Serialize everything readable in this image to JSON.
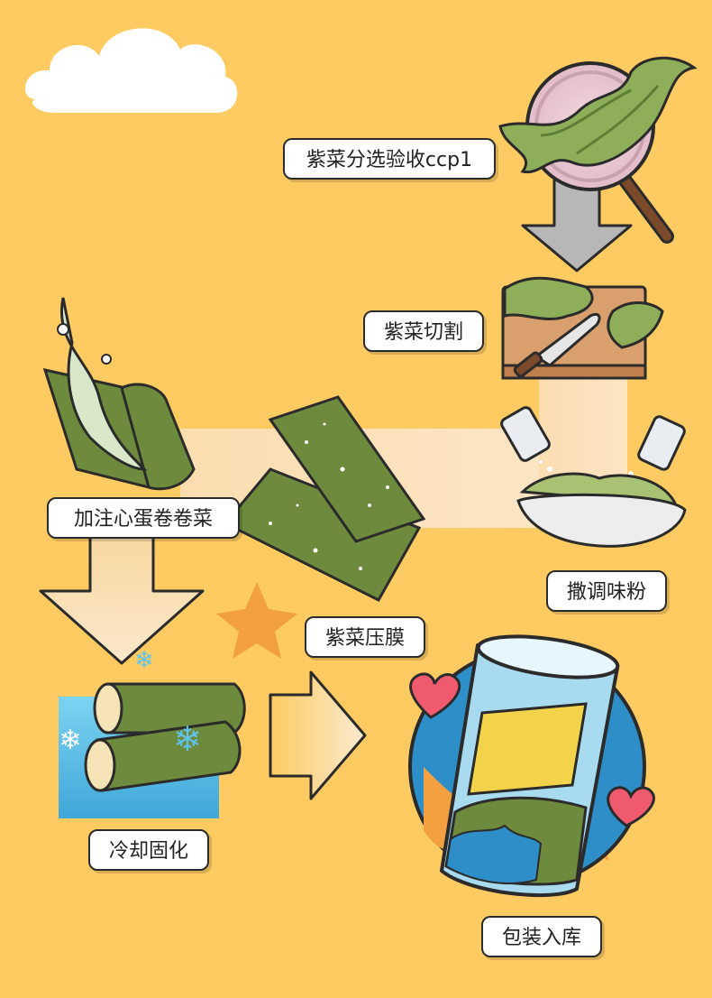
{
  "steps": [
    {
      "id": "sort",
      "label": "紫菜分选验收ccp1"
    },
    {
      "id": "cut",
      "label": "紫菜切割"
    },
    {
      "id": "season",
      "label": "撒调味粉"
    },
    {
      "id": "press",
      "label": "紫菜压膜"
    },
    {
      "id": "roll",
      "label": "加注心蛋卷卷菜"
    },
    {
      "id": "cool",
      "label": "冷却固化"
    },
    {
      "id": "pack",
      "label": "包装入库"
    }
  ],
  "colors": {
    "background": "#FDCB62",
    "seaweed": "#6E8B3D",
    "seaweed_dark": "#4F6B2A",
    "arrow_light": "#F9E1B9",
    "arrow_gray": "#B7B7B7",
    "outline": "#2B2B2B",
    "star": "#F2A040",
    "heart": "#EF5A6E",
    "ice_blue": "#5FC3EA"
  },
  "icons": [
    "cloud-icon",
    "magnifier-icon",
    "knife-icon",
    "salt-shaker-icon",
    "bowl-icon",
    "snowflake-icon",
    "heart-icon",
    "star-icon",
    "can-icon"
  ]
}
